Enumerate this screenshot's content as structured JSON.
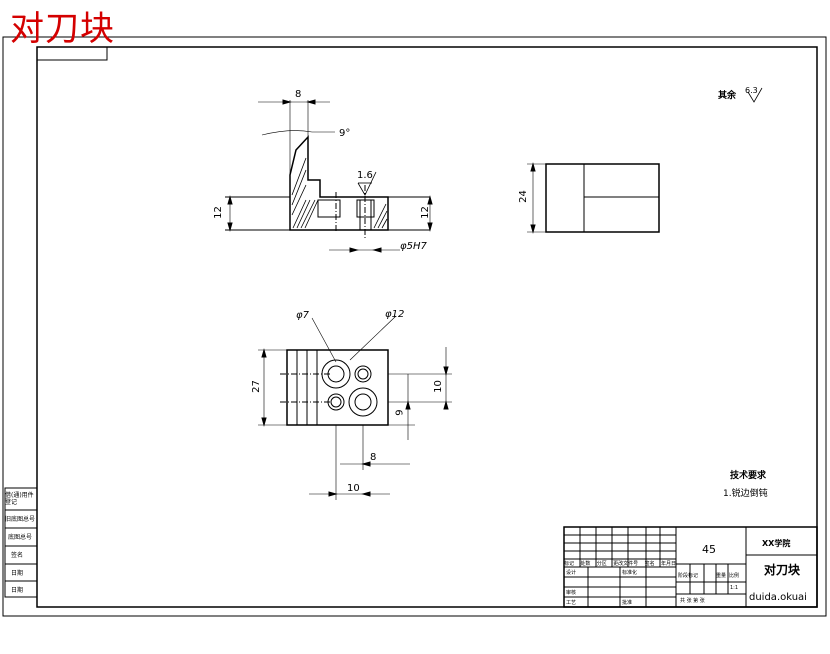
{
  "stamp_title": "对刀块",
  "roughness_note": {
    "label": "其余",
    "value": "6.3"
  },
  "front_view": {
    "width_dim": "8",
    "angle_dim": "9°",
    "roughness": "1.6",
    "left_height": "12",
    "right_height": "12",
    "hole_fit": "φ5H7"
  },
  "side_view": {
    "height_dim": "24"
  },
  "top_view": {
    "small_hole": "φ7",
    "large_hole": "φ12",
    "total_height": "27",
    "vertical_a": "10",
    "vertical_b": "9",
    "horizontal_a": "8",
    "horizontal_b": "10"
  },
  "tech_requirements": {
    "title": "技术要求",
    "item1": "1.锐边倒钝"
  },
  "side_block": [
    "借(通)用件登记",
    "旧底图总号",
    "底图总号",
    "签名",
    "日期",
    "日期"
  ],
  "title_block": {
    "material": "45",
    "school": "XX学院",
    "part_name": "对刀块",
    "header_row": [
      "标记",
      "处数",
      "分区",
      "更改文件号",
      "签名",
      "年月日"
    ],
    "labels": [
      "设计",
      "标准化",
      "审核",
      "工艺",
      "批准"
    ],
    "stage_labels": [
      "阶段标记",
      "重量",
      "比例"
    ],
    "sheet": "共 张 第 张",
    "ratio": "1:1"
  },
  "watermark": "duida.okuai"
}
